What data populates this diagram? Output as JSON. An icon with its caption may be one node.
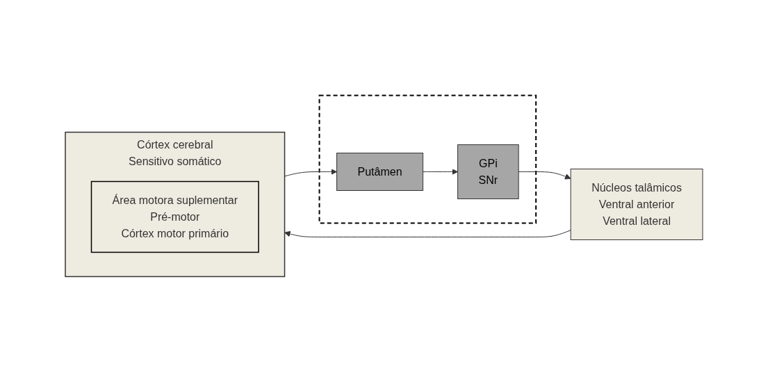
{
  "diagram": {
    "nodes": [
      {
        "text": [
          "Córtex cerebral",
          "Sensitivo somático"
        ]
      },
      {
        "text": [
          "Área motora suplementar",
          "Pré-motor",
          "Córtex motor primário"
        ],
        "in": 0
      },
      {
        "text": [],
        "shape": "box"
      },
      {
        "text": [
          "Putâmen"
        ],
        "in": 2
      },
      {
        "text": [
          "GPi",
          "SNr"
        ],
        "in": 2
      },
      {
        "text": [
          "Núcleos talâmicos",
          "Ventral anterior",
          "Ventral lateral"
        ]
      }
    ],
    "edges": [
      {
        "from": 0,
        "to": 3,
        "arrow": "to"
      },
      {
        "from": 3,
        "to": 4,
        "arrow": "to"
      },
      {
        "from": 4,
        "to": 5,
        "arrow": "to"
      },
      {
        "from": 5,
        "to": 0,
        "arrow": "to"
      }
    ]
  }
}
